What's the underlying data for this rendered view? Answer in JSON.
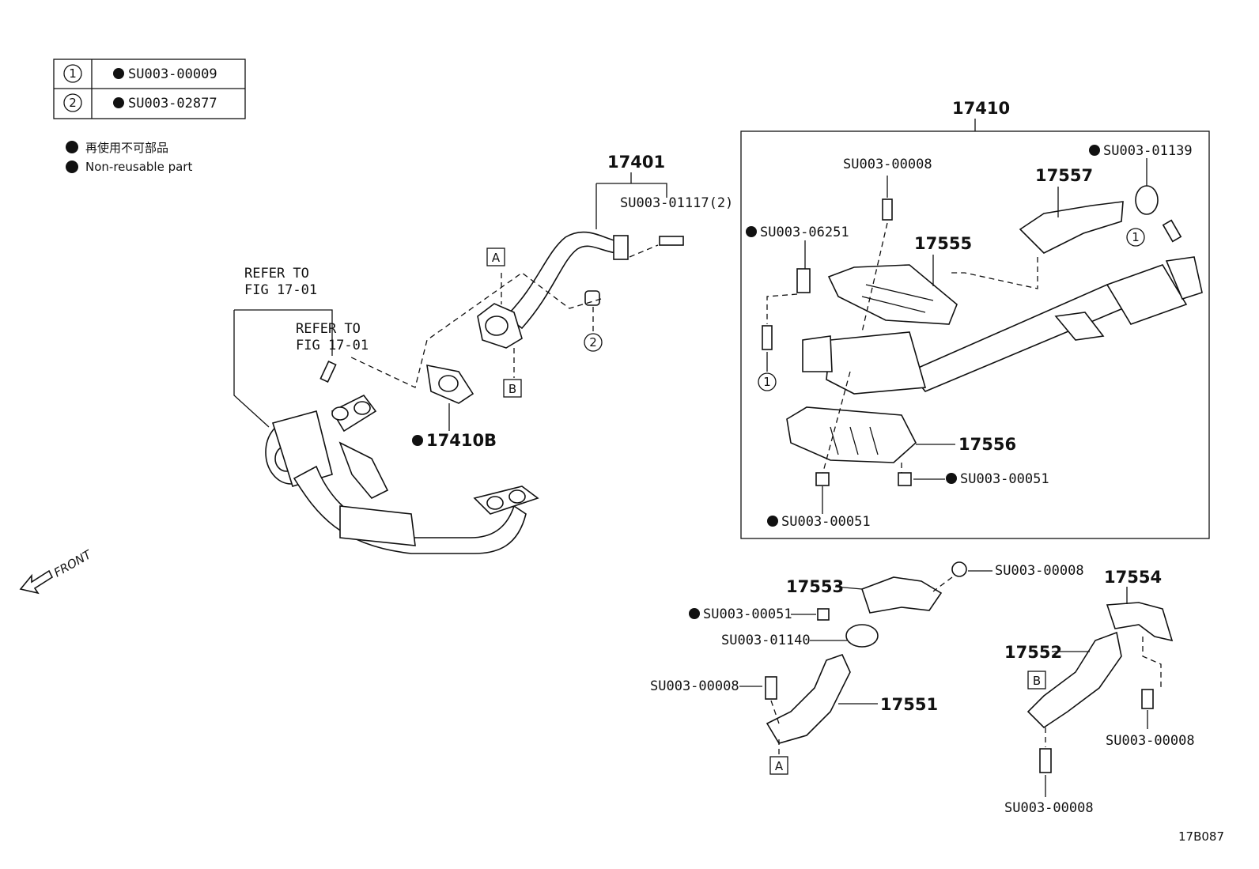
{
  "legend": {
    "rows": [
      {
        "marker": "1",
        "code": "SU003-00009"
      },
      {
        "marker": "2",
        "code": "SU003-02877"
      }
    ],
    "notes": [
      "再使用不可部品",
      "Non-reusable part"
    ]
  },
  "refs": {
    "refer_to": "REFER TO",
    "fig": "FIG 17-01"
  },
  "front_label": "FRONT",
  "box_letters": {
    "a": "A",
    "b": "B"
  },
  "circle_numbers": {
    "one": "1",
    "two": "2"
  },
  "parts": {
    "p17401": "17401",
    "p17401_bolt": "SU003-01117(2)",
    "p17410B": "17410B",
    "p17410": "17410",
    "p17555": "17555",
    "p17557": "17557",
    "p17556": "17556",
    "p17553": "17553",
    "p17554": "17554",
    "p17552": "17552",
    "p17551": "17551",
    "su_00008": "SU003-00008",
    "su_06251": "SU003-06251",
    "su_01139": "SU003-01139",
    "su_00051": "SU003-00051",
    "su_01140": "SU003-01140"
  },
  "diagram_code": "17B087"
}
